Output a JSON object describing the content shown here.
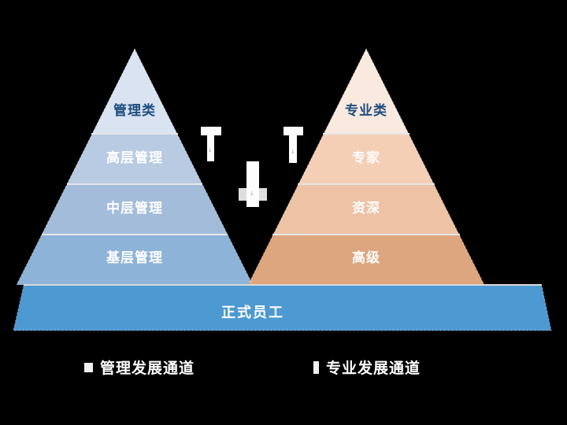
{
  "diagram_title": "dual-career-ladder-pyramids",
  "left_pyramid": {
    "title": "管理类",
    "levels": [
      "高层管理",
      "中层管理",
      "基层管理"
    ]
  },
  "right_pyramid": {
    "title": "专业类",
    "levels": [
      "专家",
      "资深",
      "高级"
    ]
  },
  "base": {
    "label": "正式员工"
  },
  "legend": {
    "left": "管理发展通道",
    "right": "专业发展通道"
  },
  "glyphs": {
    "connector_arrow": "↓"
  },
  "colors": {
    "background": "#000000",
    "title_text": "#1d4e7e",
    "band_text": "#ffffff",
    "separator": "#e6e6e6",
    "edge_dash": "rgba(255,255,255,0.45)",
    "left_band1": "#dae3f1",
    "left_band2": "#b8cbe2",
    "left_band3": "#a3bcda",
    "left_band4": "#8db3d8",
    "right_band1": "#fae9df",
    "right_band2": "#f4cfb6",
    "right_band3": "#eec2a4",
    "right_band4": "#dda67e",
    "base_fill": "#4d99d2",
    "connector_fill": "#fdfdfd"
  }
}
